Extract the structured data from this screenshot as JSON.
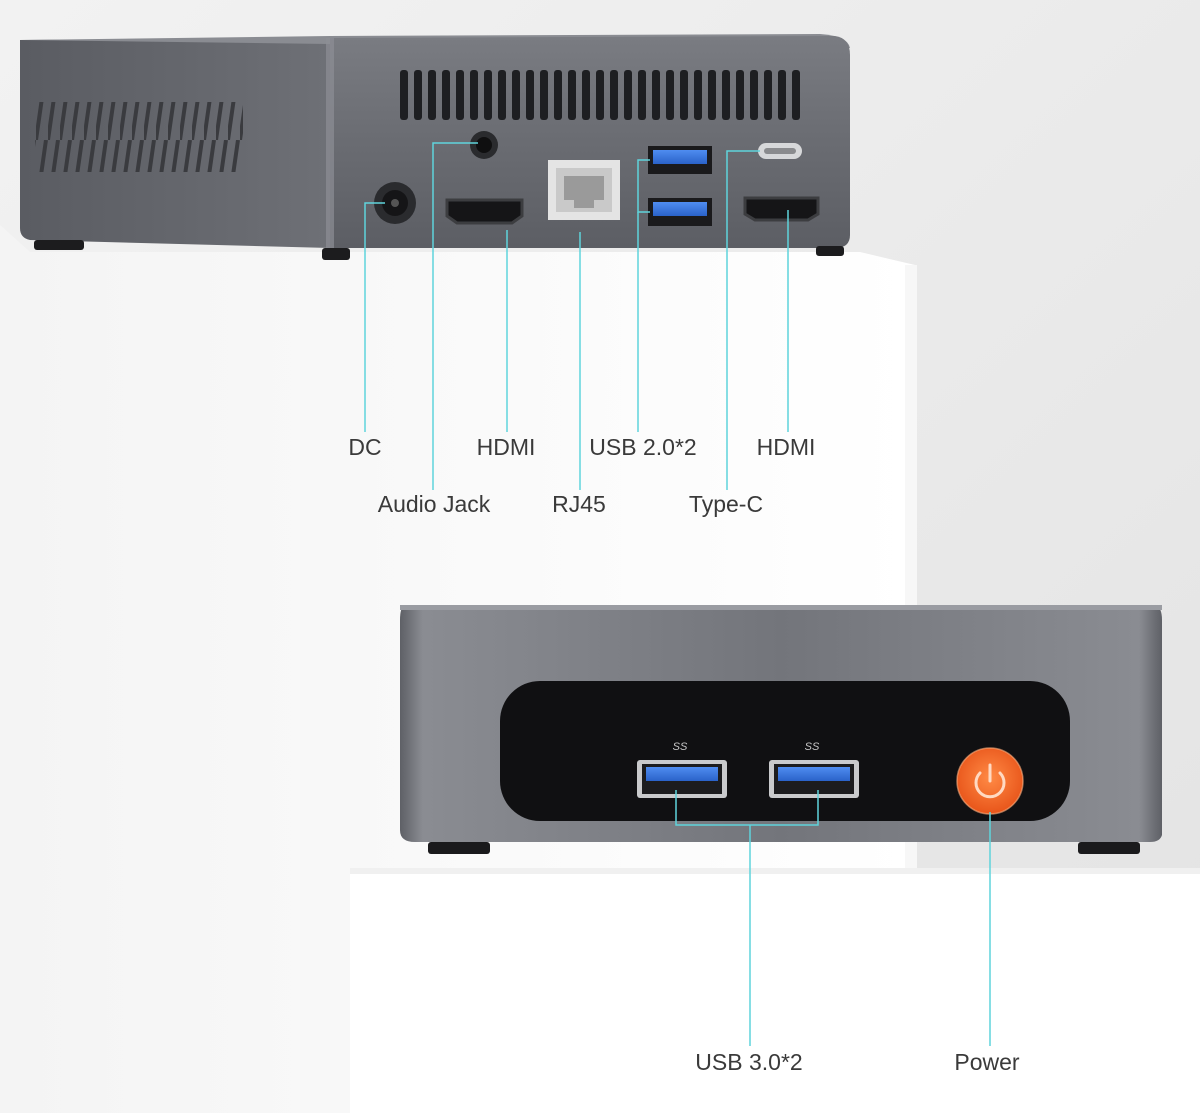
{
  "accent_line_color": "#5fd4dc",
  "power_button_color": "#f06a28",
  "back_panel": {
    "labels": {
      "dc": "DC",
      "audio_jack": "Audio Jack",
      "hdmi_left": "HDMI",
      "rj45": "RJ45",
      "usb20": "USB 2.0*2",
      "type_c": "Type-C",
      "hdmi_right": "HDMI"
    }
  },
  "front_panel": {
    "usb_logo": "SS",
    "labels": {
      "usb30": "USB 3.0*2",
      "power": "Power"
    }
  }
}
